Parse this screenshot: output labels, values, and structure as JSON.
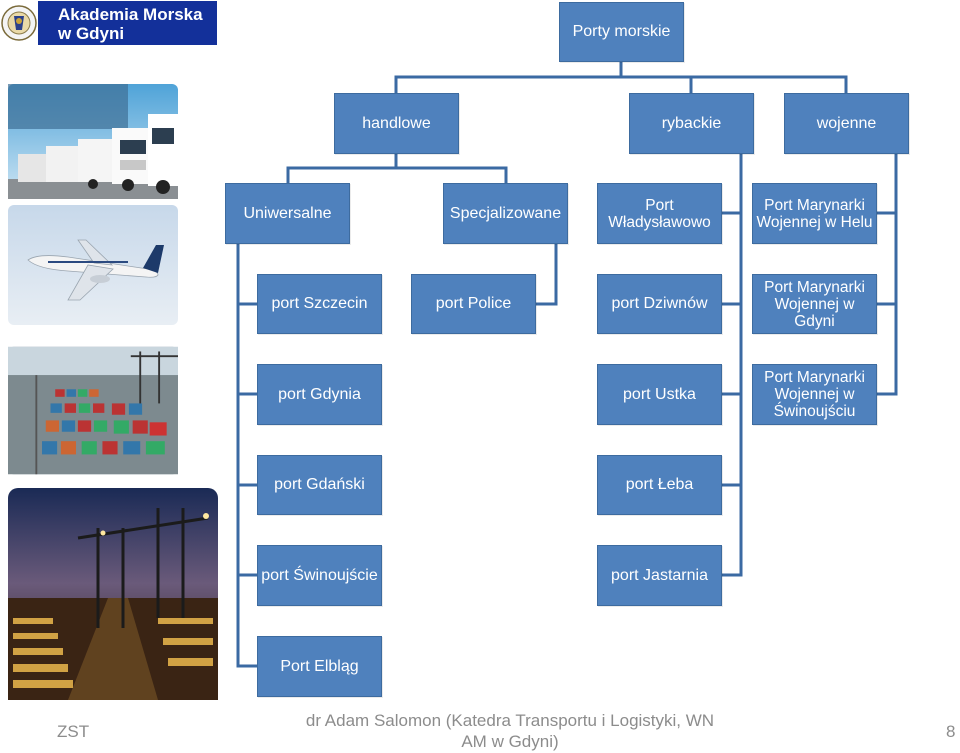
{
  "header": {
    "logo_text_line1": "Akademia Morska",
    "logo_text_line2": "w Gdyni"
  },
  "diagram": {
    "root": "Porty morskie",
    "level1": [
      "handlowe",
      "rybackie",
      "wojenne"
    ],
    "handlowe_children": [
      "Uniwersalne",
      "Specjalizowane"
    ],
    "uniwersalne_items": [
      "port Szczecin",
      "port Gdynia",
      "port Gdański",
      "port Świnoujście",
      "Port Elbląg"
    ],
    "specjalizowane_items": [
      "port Police"
    ],
    "rybackie_items": [
      "Port Władysławowo",
      "port Dziwnów",
      "port Ustka",
      "port Łeba",
      "port Jastarnia"
    ],
    "wojenne_items": [
      "Port Marynarki Wojennej w Helu",
      "Port Marynarki Wojennej w Gdyni",
      "Port Marynarki Wojennej w Świnoujściu"
    ]
  },
  "footer": {
    "left": "ZST",
    "center": "dr Adam Salomon (Katedra Transportu i Logistyki, WN AM w Gdyni)",
    "page_number": "8"
  },
  "colors": {
    "box_fill": "#4f81bd",
    "connector": "#3b6aa3",
    "logo_bar": "#13309a"
  },
  "icons": [
    "logo-seal-icon",
    "trucks-photo",
    "airplane-photo",
    "container-terminal-photo",
    "night-port-photo"
  ]
}
